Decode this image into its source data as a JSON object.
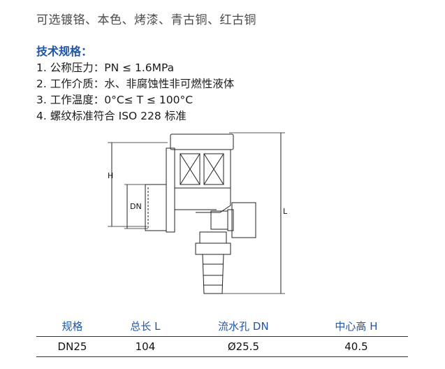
{
  "finish_options": "可选镀铬、本色、烤漆、青古铜、红古铜",
  "specs": {
    "title": "技术规格：",
    "items": [
      "1. 公称压力：PN ≤ 1.6MPa",
      "2. 工作介质：水、非腐蚀性非可燃性液体",
      "3. 工作温度：0°C≤ T ≤ 100°C",
      "4. 螺纹标准符合 ISO 228 标准"
    ]
  },
  "drawing": {
    "label_h": "H",
    "label_dn": "DN",
    "label_l": "L"
  },
  "table": {
    "headers": [
      "规格",
      "总长 L",
      "流水孔 DN",
      "中心高 H"
    ],
    "rows": [
      [
        "DN25",
        "104",
        "Ø25.5",
        "40.5"
      ]
    ]
  }
}
